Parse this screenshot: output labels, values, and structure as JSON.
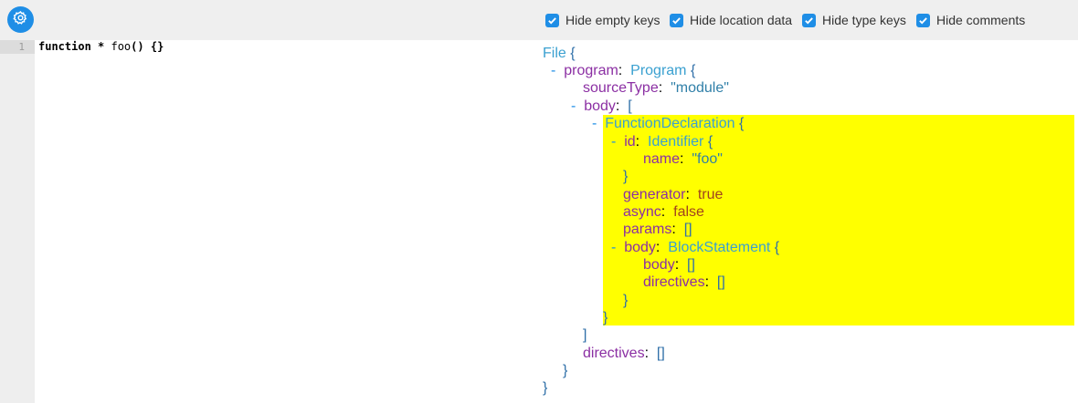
{
  "toolbar": {
    "settings_icon": "gear-icon",
    "options": [
      {
        "label": "Hide empty keys",
        "checked": true
      },
      {
        "label": "Hide location data",
        "checked": true
      },
      {
        "label": "Hide type keys",
        "checked": true
      },
      {
        "label": "Hide comments",
        "checked": true
      }
    ]
  },
  "editor": {
    "line_number": "1",
    "code": {
      "kw": "function",
      "star": " * ",
      "name": "foo",
      "parens": "()",
      "space": " ",
      "braces": "{}"
    }
  },
  "ast": {
    "file_type": "File",
    "program_key": "program",
    "program_type": "Program",
    "source_type_key": "sourceType",
    "source_type_value": "\"module\"",
    "body_key": "body",
    "func_type": "FunctionDeclaration",
    "id_key": "id",
    "id_type": "Identifier",
    "name_key": "name",
    "name_value": "\"foo\"",
    "generator_key": "generator",
    "generator_value": "true",
    "async_key": "async",
    "async_value": "false",
    "params_key": "params",
    "params_value": "[]",
    "fbody_key": "body",
    "block_type": "BlockStatement",
    "inner_body_key": "body",
    "inner_body_value": "[]",
    "inner_directives_key": "directives",
    "inner_directives_value": "[]",
    "directives_key": "directives",
    "directives_value": "[]"
  },
  "colors": {
    "accent": "#1f8ee6",
    "highlight": "#ffff00",
    "key": "#8b2fa3",
    "type": "#3aa0d0"
  }
}
